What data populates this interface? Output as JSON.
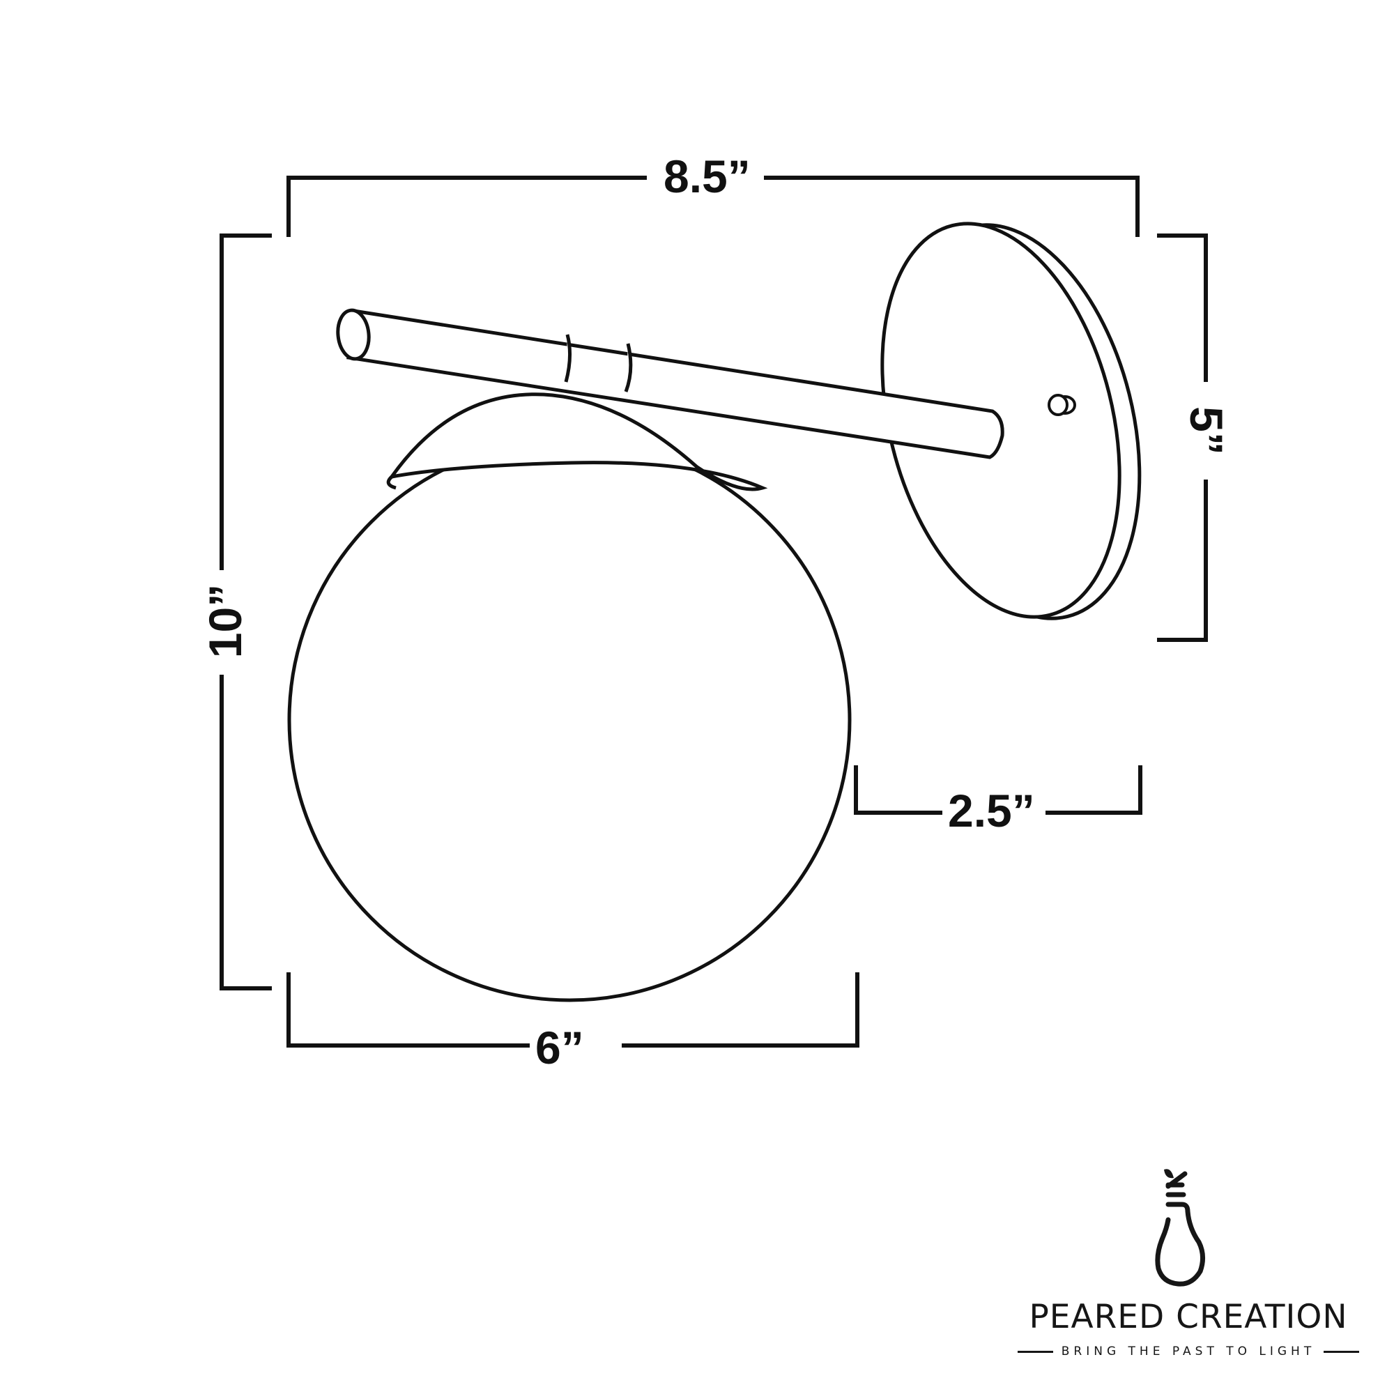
{
  "diagram": {
    "subject": "Globe wall sconce dimension drawing",
    "line_color": "#111111",
    "background": "#ffffff"
  },
  "dimensions": {
    "overall_width": {
      "label": "8.5”",
      "value": 8.5,
      "unit": "in"
    },
    "overall_height": {
      "label": "10”",
      "value": 10,
      "unit": "in"
    },
    "backplate_height": {
      "label": "5”",
      "value": 5,
      "unit": "in"
    },
    "wall_to_globe": {
      "label": "2.5”",
      "value": 2.5,
      "unit": "in"
    },
    "globe_diameter": {
      "label": "6”",
      "value": 6,
      "unit": "in"
    }
  },
  "brand": {
    "name": "PEARED CREATION",
    "tagline": "BRING THE PAST TO LIGHT",
    "logo_icon": "pear-lightbulb-icon"
  }
}
